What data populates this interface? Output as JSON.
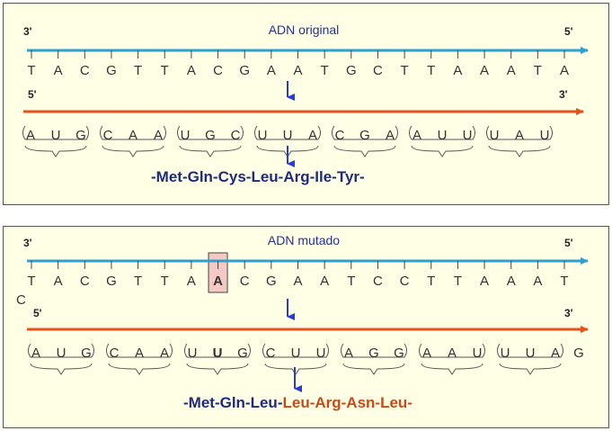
{
  "colors": {
    "dna_strand": "#2ea0d0",
    "rna_strand": "#e8501e",
    "arrow": "#2a3ad6",
    "protein": "#1e2a80",
    "mutation": "#c84a1a"
  },
  "original": {
    "title": "ADN original",
    "dna_end_left": "3'",
    "dna_end_right": "5'",
    "rna_end_left": "5'",
    "rna_end_right": "3'",
    "dna": [
      "T",
      "A",
      "C",
      "G",
      "T",
      "T",
      "A",
      "C",
      "G",
      "A",
      "A",
      "T",
      "G",
      "C",
      "T",
      "T",
      "A",
      "A",
      "A",
      "T",
      "A"
    ],
    "codons": [
      "AUG",
      "CAA",
      "UGC",
      "UUA",
      "CGA",
      "AUU",
      "UAU"
    ],
    "protein": "-Met-Gln-Cys-Leu-Arg-Ile-Tyr-"
  },
  "mutated": {
    "title": "ADN mutado",
    "dna_end_left": "3'",
    "dna_end_right": "5'",
    "rna_end_left": "5'",
    "rna_end_right": "3'",
    "dna": [
      "T",
      "A",
      "C",
      "G",
      "T",
      "T",
      "A",
      "A",
      "C",
      "G",
      "A",
      "A",
      "T",
      "C",
      "C",
      "T",
      "T",
      "A",
      "A",
      "A",
      "T"
    ],
    "highlight_index": 7,
    "removed_base": "C",
    "rna": [
      "A",
      "U",
      "G",
      "C",
      "A",
      "A",
      "U",
      "U",
      "G",
      "C",
      "U",
      "U",
      "A",
      "G",
      "G",
      "A",
      "A",
      "U",
      "U",
      "U",
      "A",
      "G"
    ],
    "rna_highlight_index": 7,
    "codons": [
      "AUG",
      "CAA",
      "UUG",
      "CUU",
      "AGG",
      "AAU",
      "UUA"
    ],
    "protein_unchanged": "-Met-Gln-Leu-",
    "protein_changed": "Leu-Arg-Asn-Leu-"
  }
}
